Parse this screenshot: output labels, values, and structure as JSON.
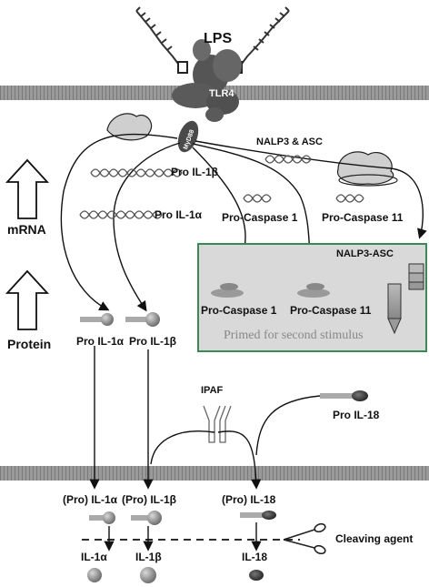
{
  "labels": {
    "lps": "LPS",
    "tlr4": "TLR4",
    "myd88": "MyD88",
    "nalp3_asc_top": "NALP3 & ASC",
    "pro_il1b_mrna": "Pro IL-1β",
    "pro_il1a_mrna": "Pro IL-1α",
    "pro_caspase1_mrna": "Pro-Caspase 1",
    "pro_caspase11_mrna": "Pro-Caspase 11",
    "mrna": "mRNA",
    "nalp3_asc_box": "NALP3-ASC",
    "pro_caspase1_protein": "Pro-Caspase 1",
    "pro_caspase11_protein": "Pro-Caspase 11",
    "primed": "Primed for second stimulus",
    "protein": "Protein",
    "pro_il1a_protein": "Pro IL-1α",
    "pro_il1b_protein": "Pro IL-1β",
    "ipaf": "IPAF",
    "pro_il18": "Pro IL-18",
    "pro_il1a_cleave": "(Pro) IL-1α",
    "pro_il1b_cleave": "(Pro) IL-1β",
    "pro_il18_cleave": "(Pro) IL-18",
    "cleaving_agent": "Cleaving agent",
    "il1a": "IL-1α",
    "il1b": "IL-1β",
    "il18": "IL-18"
  },
  "colors": {
    "membrane": "#8a8a8a",
    "primed_box_border": "#3a8a55",
    "primed_box_fill": "#d9d9d9",
    "protein_gray": "#8c8c8c",
    "arrow": "#111111"
  }
}
